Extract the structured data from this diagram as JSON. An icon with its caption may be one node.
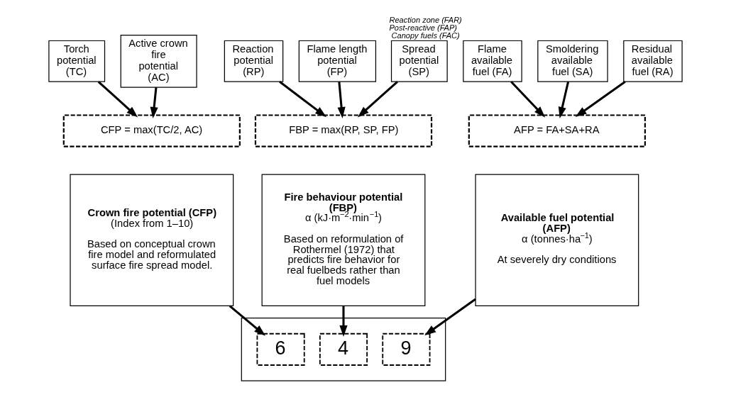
{
  "diagram": {
    "nodes": [
      {
        "text": [
          "Reaction potential (RP)"
        ]
      },
      {
        "text": [
          "Spread potential (SP)"
        ]
      },
      {
        "text": [
          "Flame length potential (FP)"
        ]
      },
      {
        "text": [
          "Torch potential (TC)"
        ]
      },
      {
        "text": [
          "Active crown fire potential (AC)"
        ]
      },
      {
        "text": [
          "Flame available fuel (FA)"
        ],
        "beside": [
          "Reaction zone (FAR)",
          "Post-reactive (FAP)",
          "Canopy fuels (FAC)"
        ]
      },
      {
        "text": [
          "Smoldering available fuel (SA)"
        ]
      },
      {
        "text": [
          "Residual available fuel (RA)"
        ]
      },
      {
        "text": [
          "FBP = max(RP, SP, FP)"
        ]
      },
      {
        "text": [
          "CFP = max(TC/2, AC)"
        ]
      },
      {
        "text": [
          "AFP = FA+SA+RA"
        ]
      },
      {
        "text": [
          "Fire behaviour potential (FBP)",
          "α (kJ·m$^{−2}$·min$^{−1}$)",
          "Based on reformulation of Rothermel (1972) that predicts fire behavior for real fuelbeds rather than fuel models"
        ]
      },
      {
        "text": [
          "Crown fire potential (CFP)",
          "(Index from 1–10)",
          "Based on conceptual crown fire model and reformulated surface fire spread model."
        ]
      },
      {
        "text": [
          "Available fuel potential (AFP)",
          "α (tonnes·ha$^{−1}$)",
          "At severely dry conditions"
        ]
      },
      {
        "text": [],
        "shape": "box"
      },
      {
        "text": [
          "4"
        ],
        "in": 14
      },
      {
        "text": [
          "6"
        ],
        "in": 14
      },
      {
        "text": [
          "9"
        ],
        "in": 14
      }
    ],
    "edges": [
      {
        "from": 0,
        "to": 8,
        "arrow": "to"
      },
      {
        "from": 1,
        "to": 8,
        "arrow": "to"
      },
      {
        "from": 2,
        "to": 8,
        "arrow": "to"
      },
      {
        "from": 3,
        "to": 9,
        "arrow": "to"
      },
      {
        "from": 4,
        "to": 9,
        "arrow": "to"
      },
      {
        "from": 5,
        "to": 10,
        "arrow": "to"
      },
      {
        "from": 6,
        "to": 10,
        "arrow": "to"
      },
      {
        "from": 7,
        "to": 10,
        "arrow": "to"
      },
      {
        "from": 11,
        "to": 15,
        "arrow": "to"
      },
      {
        "from": 12,
        "to": 16,
        "arrow": "to"
      },
      {
        "from": 13,
        "to": 17,
        "arrow": "to"
      }
    ]
  }
}
